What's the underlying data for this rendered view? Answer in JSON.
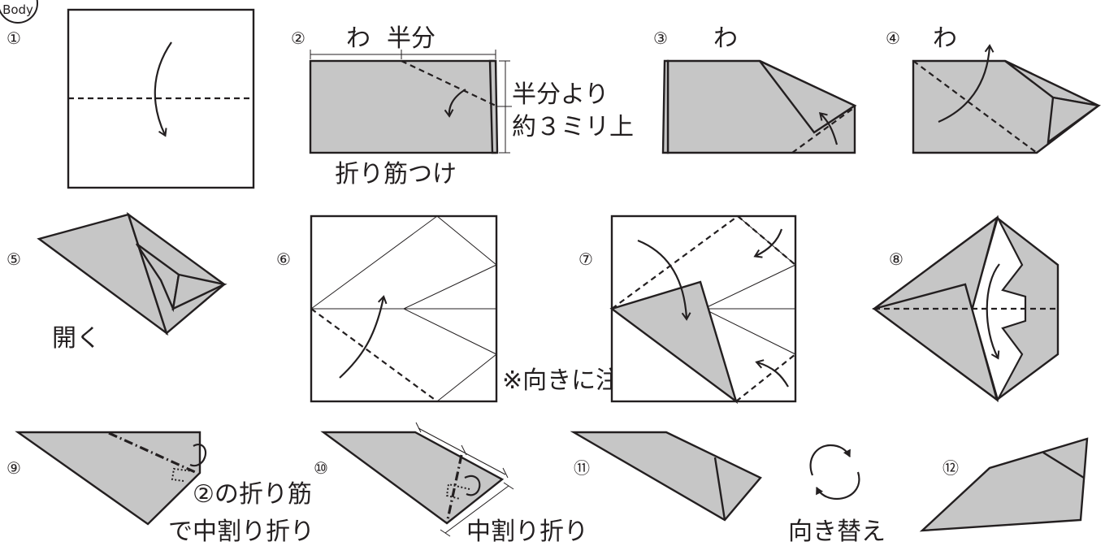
{
  "badge": "Body",
  "steps": [
    {
      "num": "①"
    },
    {
      "num": "②",
      "labels": [
        "わ",
        "半分",
        "半分より",
        "約３ミリ上",
        "折り筋つけ"
      ]
    },
    {
      "num": "③",
      "labels": [
        "わ"
      ]
    },
    {
      "num": "④",
      "labels": [
        "わ"
      ]
    },
    {
      "num": "⑤",
      "labels": [
        "開く"
      ]
    },
    {
      "num": "⑥",
      "labels": [
        "※向きに注意"
      ]
    },
    {
      "num": "⑦"
    },
    {
      "num": "⑧"
    },
    {
      "num": "⑨",
      "labels": [
        "②の折り筋",
        "で中割り折り"
      ]
    },
    {
      "num": "⑩",
      "labels": [
        "中割り折り"
      ]
    },
    {
      "num": "⑪",
      "labels": [
        "向き替え"
      ]
    },
    {
      "num": "⑫"
    }
  ],
  "colors": {
    "paper": "#c6c6c6",
    "line": "#231f20"
  },
  "icons": [
    "rotate-arrows-icon"
  ]
}
